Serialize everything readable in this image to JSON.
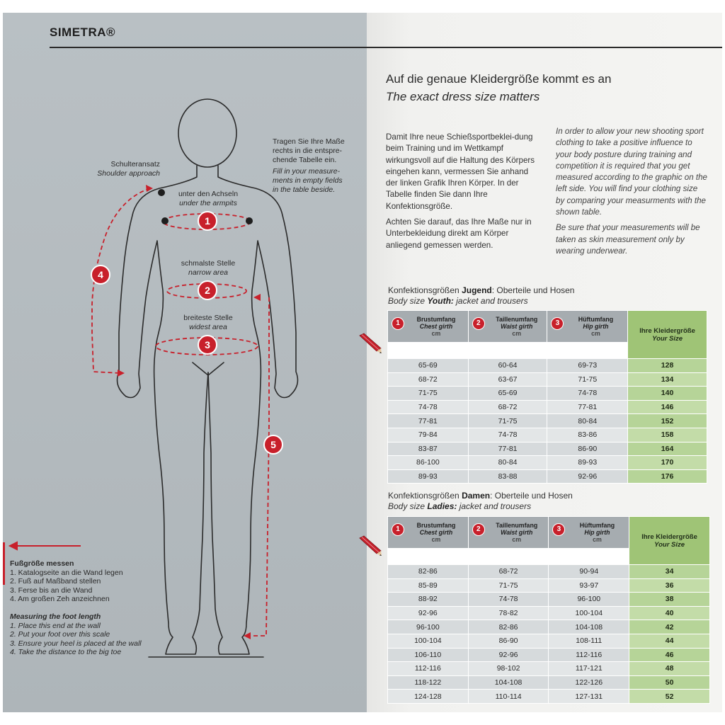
{
  "brand": "SIMETRA®",
  "figure": {
    "shoulder": {
      "de": "Schulteransatz",
      "en": "Shoulder approach"
    },
    "fill_note": {
      "de": "Tragen Sie Ihre Maße rechts in die entspre-chende Tabelle ein.",
      "en": "Fill in your measure-ments in empty fields in the table beside."
    },
    "armpits": {
      "de": "unter den Achseln",
      "en": "under the armpits"
    },
    "narrow": {
      "de": "schmalste Stelle",
      "en": "narrow area"
    },
    "widest": {
      "de": "breiteste Stelle",
      "en": "widest area"
    },
    "markers": [
      "1",
      "2",
      "3",
      "4",
      "5"
    ]
  },
  "foot": {
    "title_de": "Fußgröße messen",
    "steps_de": [
      "1. Katalogseite an die Wand legen",
      "2. Fuß auf Maßband stellen",
      "3. Ferse bis an die Wand",
      "4. Am großen Zeh anzeichnen"
    ],
    "title_en": "Measuring the foot length",
    "steps_en": [
      "1. Place this end at the wall",
      "2. Put your foot over this scale",
      "3. Ensure your heel is placed at the wall",
      "4. Take the distance to the big toe"
    ]
  },
  "heading": {
    "de": "Auf die genaue Kleidergröße kommt es an",
    "en": "The exact dress size matters"
  },
  "intro_de": [
    "Damit Ihre neue Schießsportbeklei-dung beim Training und im Wettkampf wirkungsvoll auf die Haltung des Körpers eingehen kann, vermessen Sie anhand der linken Grafik Ihren Körper. In der Tabelle finden Sie dann Ihre Konfektionsgröße.",
    "Achten Sie darauf, das Ihre Maße nur in Unterbekleidung direkt am Körper anliegend gemessen werden."
  ],
  "intro_en": [
    "In order to allow your new shooting sport clothing to take a positive influence to your body posture during training and competition it is required that you get measured according to the graphic on the left side. You will find your clothing size by comparing your measurments with the shown table.",
    "Be sure that your measurements will be taken as skin measurement only by wearing underwear."
  ],
  "columns": {
    "chest": {
      "num": "1",
      "de": "Brustumfang",
      "en": "Chest girth",
      "unit": "cm"
    },
    "waist": {
      "num": "2",
      "de": "Taillenumfang",
      "en": "Waist girth",
      "unit": "cm"
    },
    "hip": {
      "num": "3",
      "de": "Hüftumfang",
      "en": "Hip girth",
      "unit": "cm"
    },
    "size": {
      "de": "Ihre Kleidergröße",
      "en": "Your Size"
    }
  },
  "youth": {
    "title_prefix": "Konfektionsgrößen ",
    "title_bold": "Jugend",
    "title_suffix": ": Oberteile und Hosen",
    "en_prefix": "Body size ",
    "en_bold": "Youth:",
    "en_suffix": " jacket and trousers",
    "rows": [
      [
        "65-69",
        "60-64",
        "69-73",
        "128"
      ],
      [
        "68-72",
        "63-67",
        "71-75",
        "134"
      ],
      [
        "71-75",
        "65-69",
        "74-78",
        "140"
      ],
      [
        "74-78",
        "68-72",
        "77-81",
        "146"
      ],
      [
        "77-81",
        "71-75",
        "80-84",
        "152"
      ],
      [
        "79-84",
        "74-78",
        "83-86",
        "158"
      ],
      [
        "83-87",
        "77-81",
        "86-90",
        "164"
      ],
      [
        "86-100",
        "80-84",
        "89-93",
        "170"
      ],
      [
        "89-93",
        "83-88",
        "92-96",
        "176"
      ]
    ]
  },
  "ladies": {
    "title_prefix": "Konfektionsgrößen ",
    "title_bold": "Damen",
    "title_suffix": ": Oberteile und Hosen",
    "en_prefix": "Body size ",
    "en_bold": "Ladies:",
    "en_suffix": " jacket and trousers",
    "rows": [
      [
        "82-86",
        "68-72",
        "90-94",
        "34"
      ],
      [
        "85-89",
        "71-75",
        "93-97",
        "36"
      ],
      [
        "88-92",
        "74-78",
        "96-100",
        "38"
      ],
      [
        "92-96",
        "78-82",
        "100-104",
        "40"
      ],
      [
        "96-100",
        "82-86",
        "104-108",
        "42"
      ],
      [
        "100-104",
        "86-90",
        "108-111",
        "44"
      ],
      [
        "106-110",
        "92-96",
        "112-116",
        "46"
      ],
      [
        "112-116",
        "98-102",
        "117-121",
        "48"
      ],
      [
        "118-122",
        "104-108",
        "122-126",
        "50"
      ],
      [
        "124-128",
        "110-114",
        "127-131",
        "52"
      ]
    ]
  },
  "colors": {
    "accent_red": "#c8202b",
    "size_green": "#9fc476",
    "panel_grey": "#b7bec2"
  },
  "icons": [
    "body-outline-icon",
    "pencil-icon",
    "arrow-left-icon"
  ]
}
